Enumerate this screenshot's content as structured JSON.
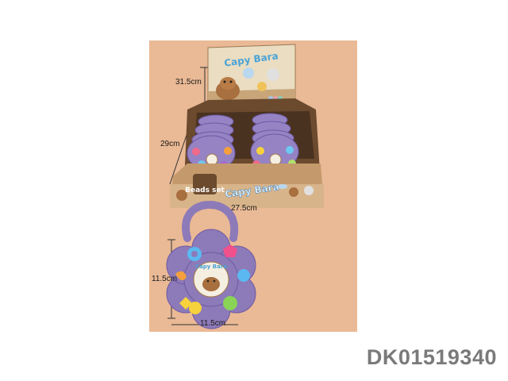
{
  "product": {
    "brand_text": "Capy Bara",
    "set_label": "Beads set",
    "sku": "DK01519340"
  },
  "dimensions": {
    "display_height": "31.5cm",
    "box_height": "29cm",
    "box_width": "27.5cm",
    "bag_height": "11.5cm",
    "bag_width": "11.5cm"
  },
  "colors": {
    "background": "#eab995",
    "box_brown": "#c49a6c",
    "box_dark": "#6b4a2e",
    "bag_purple": "#8d7ab8",
    "sku_text": "#7a7a7a"
  }
}
